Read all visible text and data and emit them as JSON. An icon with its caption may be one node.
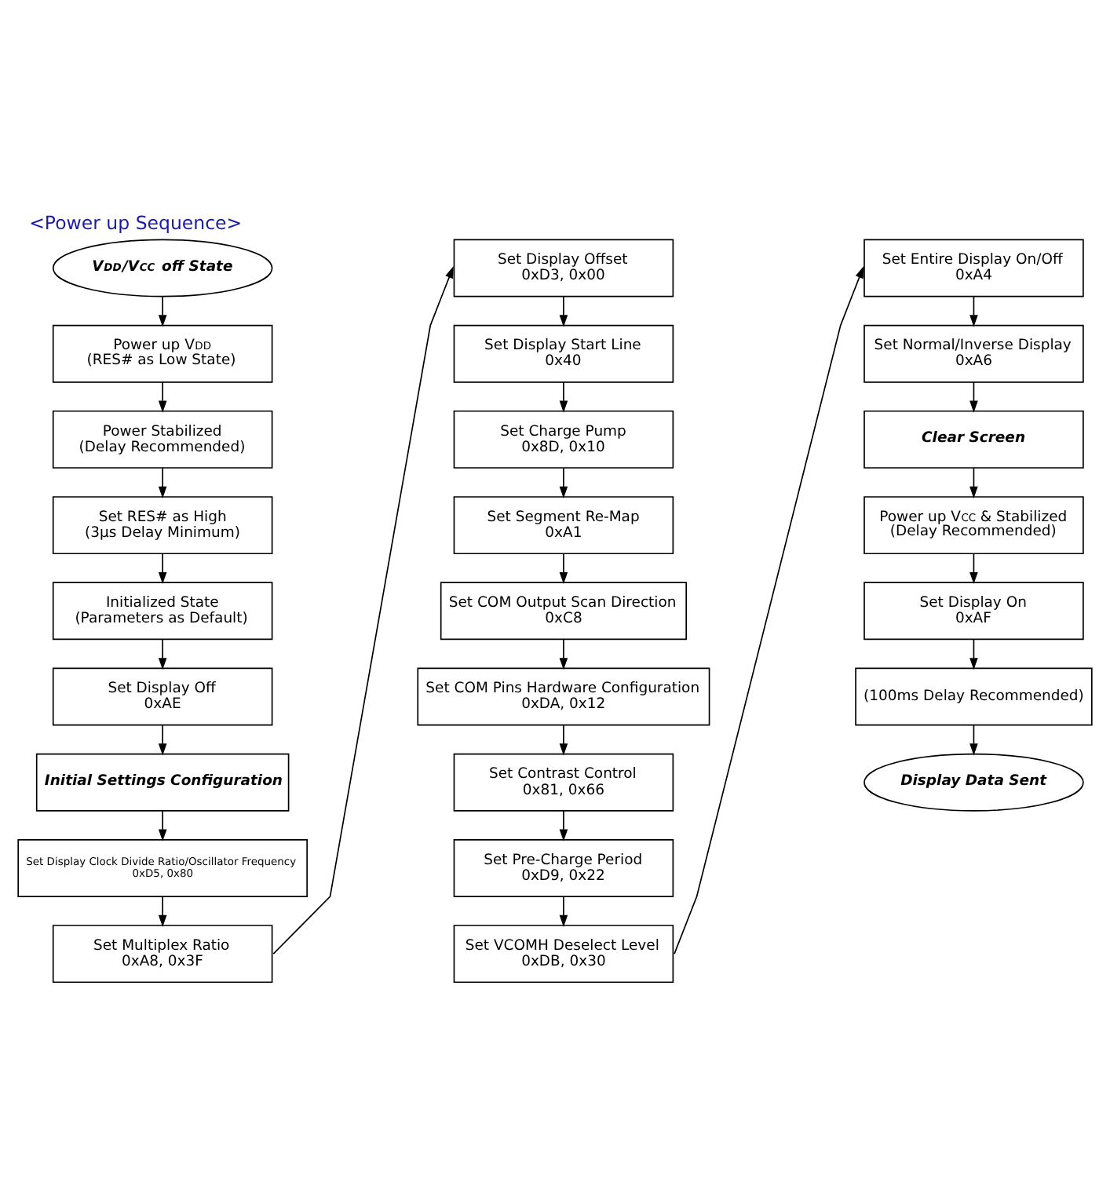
{
  "diagram": {
    "title": "<Power up Sequence>",
    "nodes": [
      {
        "text": [
          "V$_{DD}$/V$_{CC}$ off State"
        ]
      },
      {
        "text": [
          "Power up V$_{DD}$",
          "(RES# as Low State)"
        ]
      },
      {
        "text": [
          "Power Stabilized",
          "(Delay Recommended)"
        ]
      },
      {
        "text": [
          "Set RES# as High",
          "(3μs Delay Minimum)"
        ]
      },
      {
        "text": [
          "Initialized State",
          "(Parameters as Default)"
        ]
      },
      {
        "text": [
          "Set Display Off",
          "0xAE"
        ]
      },
      {
        "text": [
          "Initial Settings Configuration"
        ]
      },
      {
        "text": [
          "Set Display Clock Divide Ratio/Oscillator Frequency",
          "0xD5, 0x80"
        ]
      },
      {
        "text": [
          "Set Multiplex Ratio",
          "0xA8, 0x3F"
        ]
      },
      {
        "text": [
          "Set Display Offset",
          "0xD3, 0x00"
        ]
      },
      {
        "text": [
          "Set Display Start Line",
          "0x40"
        ]
      },
      {
        "text": [
          "Set Charge Pump",
          "0x8D, 0x10"
        ]
      },
      {
        "text": [
          "Set Segment Re-Map",
          "0xA1"
        ]
      },
      {
        "text": [
          "Set COM Output Scan Direction",
          "0xC8"
        ]
      },
      {
        "text": [
          "Set COM Pins Hardware Configuration",
          "0xDA, 0x12"
        ]
      },
      {
        "text": [
          "Set Contrast Control",
          "0x81, 0x66"
        ]
      },
      {
        "text": [
          "Set Pre-Charge Period",
          "0xD9, 0x22"
        ]
      },
      {
        "text": [
          "Set VCOMH Deselect Level",
          "0xDB, 0x30"
        ]
      },
      {
        "text": [
          "Set Entire Display On/Off",
          "0xA4"
        ]
      },
      {
        "text": [
          "Set Normal/Inverse Display",
          "0xA6"
        ]
      },
      {
        "text": [
          "Clear Screen"
        ]
      },
      {
        "text": [
          "Power up V$_{CC}$ & Stabilized",
          "(Delay Recommended)"
        ]
      },
      {
        "text": [
          "Set Display On",
          "0xAF"
        ]
      },
      {
        "text": [
          "(100ms Delay Recommended)"
        ]
      },
      {
        "text": [
          "Display Data Sent"
        ]
      }
    ],
    "edges": [
      {
        "from": 0,
        "to": 1,
        "arrow": "to"
      },
      {
        "from": 1,
        "to": 2,
        "arrow": "to"
      },
      {
        "from": 2,
        "to": 3,
        "arrow": "to"
      },
      {
        "from": 3,
        "to": 4,
        "arrow": "to"
      },
      {
        "from": 4,
        "to": 5,
        "arrow": "to"
      },
      {
        "from": 5,
        "to": 6,
        "arrow": "to"
      },
      {
        "from": 6,
        "to": 7,
        "arrow": "to"
      },
      {
        "from": 7,
        "to": 8,
        "arrow": "to"
      },
      {
        "from": 8,
        "to": 9,
        "arrow": "to"
      },
      {
        "from": 9,
        "to": 10,
        "arrow": "to"
      },
      {
        "from": 10,
        "to": 11,
        "arrow": "to"
      },
      {
        "from": 11,
        "to": 12,
        "arrow": "to"
      },
      {
        "from": 12,
        "to": 13,
        "arrow": "to"
      },
      {
        "from": 13,
        "to": 14,
        "arrow": "to"
      },
      {
        "from": 14,
        "to": 15,
        "arrow": "to"
      },
      {
        "from": 15,
        "to": 16,
        "arrow": "to"
      },
      {
        "from": 16,
        "to": 17,
        "arrow": "to"
      },
      {
        "from": 17,
        "to": 18,
        "arrow": "to"
      },
      {
        "from": 18,
        "to": 19,
        "arrow": "to"
      },
      {
        "from": 19,
        "to": 20,
        "arrow": "to"
      },
      {
        "from": 20,
        "to": 21,
        "arrow": "to"
      },
      {
        "from": 21,
        "to": 22,
        "arrow": "to"
      },
      {
        "from": 22,
        "to": 23,
        "arrow": "to"
      },
      {
        "from": 23,
        "to": 24,
        "arrow": "to"
      }
    ]
  }
}
